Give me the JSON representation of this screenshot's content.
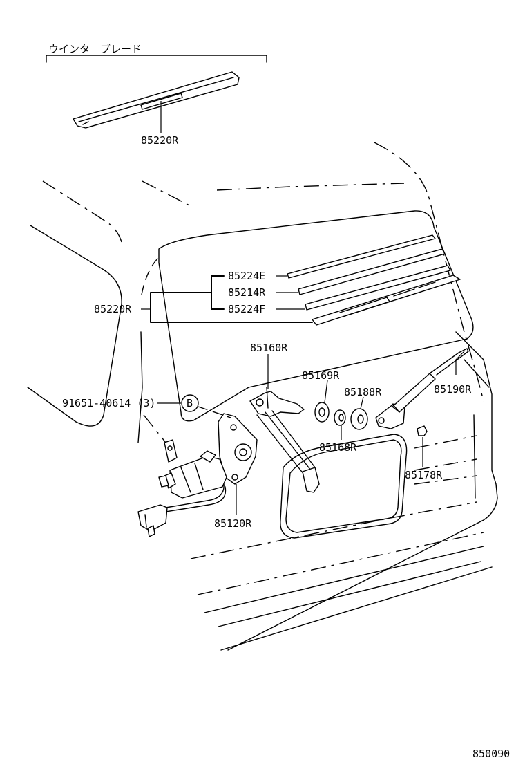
{
  "header": {
    "title": "ウインタ　ブレード"
  },
  "callouts": {
    "blade_top": "85220R",
    "refill_e": "85224E",
    "refill_r": "85214R",
    "refill_f": "85224F",
    "blade_assy": "85220R",
    "pivot": "85160R",
    "bushing_169": "85169R",
    "cap_188": "85188R",
    "arm": "85190R",
    "bolt": "91651-40614 (3)",
    "ref_b": "B",
    "washer_168": "85168R",
    "nozzle": "85178R",
    "motor": "85120R"
  },
  "footer": {
    "diagram_id": "850090"
  }
}
